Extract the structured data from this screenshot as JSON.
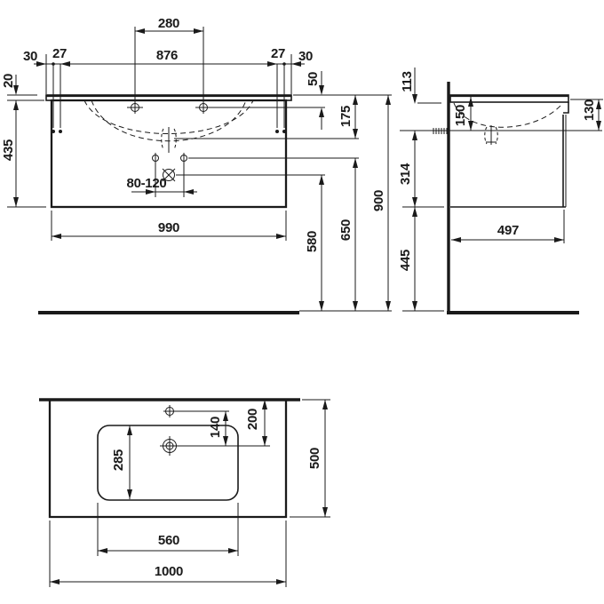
{
  "drawing": {
    "background": "#ffffff",
    "line_color": "#1a1a1a",
    "front_view": {
      "dim_tap_distance": "280",
      "dim_fixing_span": "876",
      "dim_edge_left": "30",
      "dim_fixing_left": "27",
      "dim_fixing_right": "27",
      "dim_edge_right": "30",
      "dim_basin_thickness": "20",
      "dim_cabinet_height": "435",
      "dim_siphon_range": "80-120",
      "dim_cabinet_width": "990",
      "dim_tap_offset": "50",
      "dim_outlet_offset": "175",
      "dim_waste_height": "580",
      "dim_supply_height": "650",
      "dim_total_height": "900"
    },
    "side_view": {
      "dim_fixing_offset": "113",
      "dim_bowl_depth": "150",
      "dim_front_apron": "130",
      "dim_lower_offset": "314",
      "dim_cabinet_depth": "497",
      "dim_floor_clearance": "445"
    },
    "plan_view": {
      "dim_tap_to_drain": "140",
      "dim_edge_to_drain": "200",
      "dim_bowl_length": "285",
      "dim_bowl_width": "560",
      "dim_total_width": "1000",
      "dim_total_depth": "500"
    }
  }
}
